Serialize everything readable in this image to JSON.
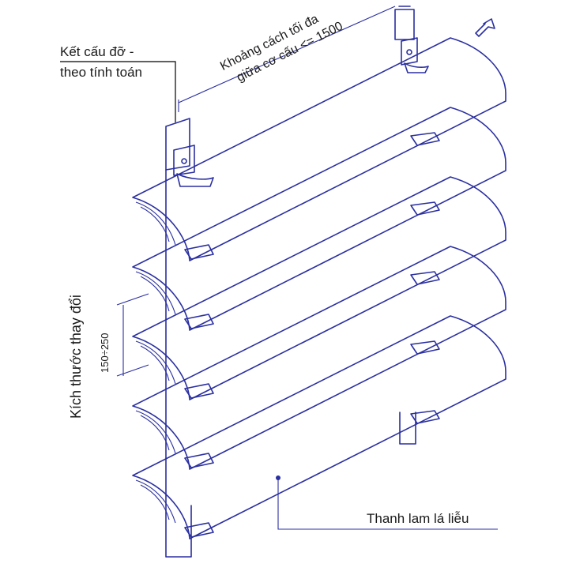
{
  "labels": {
    "support_line1": "Kết cấu đỡ -",
    "support_line2": "theo tính toán",
    "spacing_line1": "Khoảng cách tối đa",
    "spacing_line2": "giữa cơ cấu <= 1500",
    "variable_size": "Kích thước thay đổi",
    "range": "150÷250",
    "louver": "Thanh lam lá liễu"
  },
  "colors": {
    "line": "#2a2fa0",
    "text": "#1a1a1a"
  },
  "louver_count": 5
}
